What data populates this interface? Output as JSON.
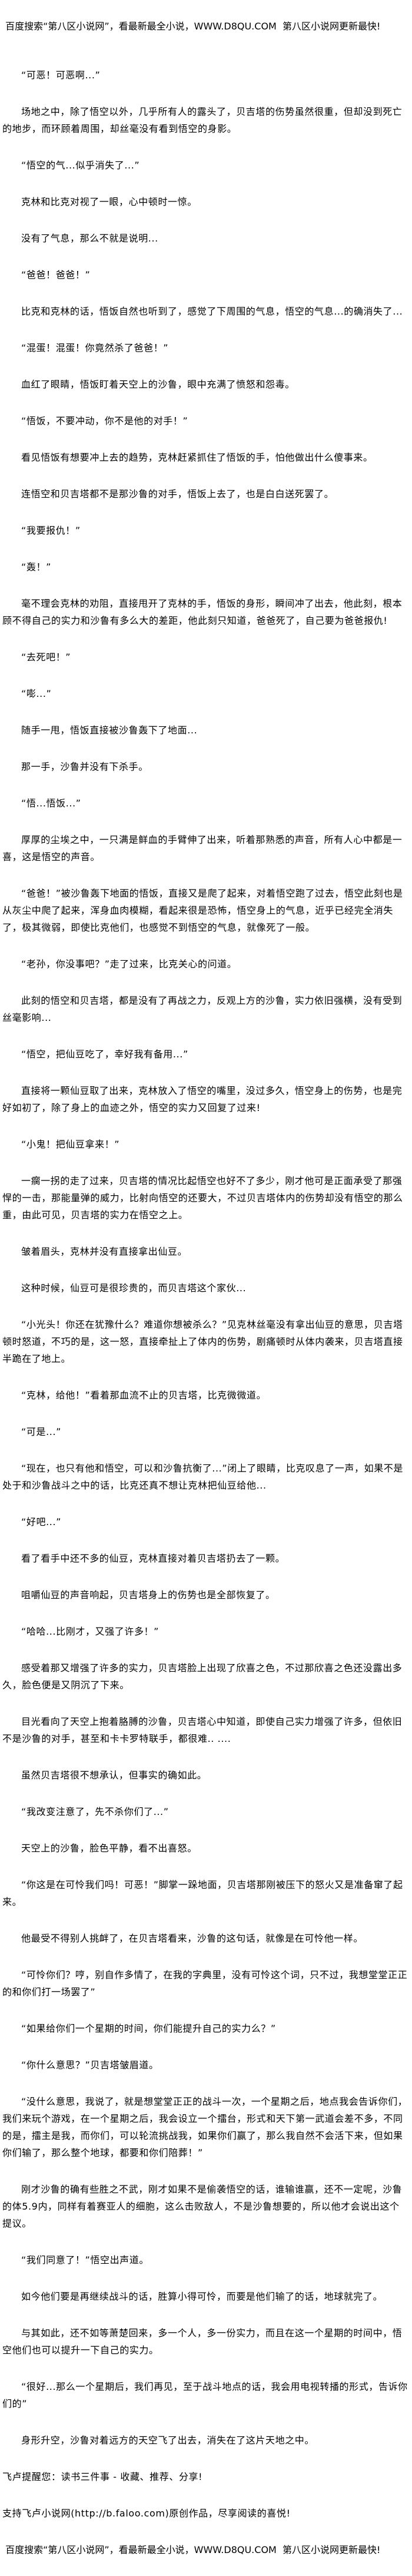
{
  "header_banner": " 百度搜索“第八区小说网”，看最新最全小说，WWW.D8QU.COM  第八区小说网更新最快!",
  "paragraphs": [
    "“可恶！可恶啊...”",
    "场地之中，除了悟空以外，几乎所有人的露头了，贝吉塔的伤势虽然很重，但却没到死亡的地步，而环顾着周围，却丝毫没有看到悟空的身影。",
    "“悟空的气...似乎消失了...”",
    "克林和比克对视了一眼，心中顿时一惊。",
    "没有了气息，那么不就是说明...",
    "“爸爸！爸爸！”",
    "比克和克林的话，悟饭自然也听到了，感觉了下周围的气息，悟空的气息...的确消失了...",
    "“混蛋！混蛋！你竟然杀了爸爸！”",
    "血红了眼睛，悟饭盯着天空上的沙鲁，眼中充满了愤怒和怨毒。",
    "“悟饭，不要冲动，你不是他的对手！”",
    "看见悟饭有想要冲上去的趋势，克林赶紧抓住了悟饭的手，怕他做出什么傻事来。",
    "连悟空和贝吉塔都不是那沙鲁的对手，悟饭上去了，也是白白送死罢了。",
    "“我要报仇！”",
    "“轰！”",
    "毫不理会克林的劝阻，直接甩开了克林的手，悟饭的身形，瞬间冲了出去，他此刻，根本顾不得自己的实力和沙鲁有多么大的差距，他此刻只知道，爸爸死了，自己要为爸爸报仇!",
    "“去死吧！”",
    "“嘭...”",
    "随手一甩，悟饭直接被沙鲁轰下了地面...",
    "那一手，沙鲁并没有下杀手。",
    "“悟...悟饭...”",
    "厚厚的尘埃之中，一只满是鲜血的手臂伸了出来，听着那熟悉的声音，所有人心中都是一喜，这是悟空的声音。",
    "“爸爸！”被沙鲁轰下地面的悟饭，直接又是爬了起来，对着悟空跑了过去，悟空此刻也是从灰尘中爬了起来，浑身血肉模糊，看起来很是恐怖，悟空身上的气息，近乎已经完全消失了，极其微弱，即使比克他们，也感觉不到悟空的气息，就像死了一般。",
    "“老孙，你没事吧？”走了过来，比克关心的问道。",
    "此刻的悟空和贝吉塔，都是没有了再战之力，反观上方的沙鲁，实力依旧强横，没有受到丝毫影响...",
    "“悟空，把仙豆吃了，幸好我有备用...”",
    "直接将一颗仙豆取了出来，克林放入了悟空的嘴里，没过多久，悟空身上的伤势，也是完好如初了，除了身上的血迹之外，悟空的实力又回复了过来!",
    "“小鬼！把仙豆拿来！”",
    "一瘸一拐的走了过来，贝吉塔的情况比起悟空也好不了多少，刚才他可是正面承受了那强悍的一击，那能量弹的威力，比射向悟空的还要大，不过贝吉塔体内的伤势却没有悟空的那么重，由此可见，贝吉塔的实力在悟空之上。",
    "皱着眉头，克林并没有直接拿出仙豆。",
    "这种时候，仙豆可是很珍贵的，而贝吉塔这个家伙...",
    "“小光头！你还在犹豫什么？难道你想被杀么？”见克林丝毫没有拿出仙豆的意思，贝吉塔顿时怒道，不巧的是，这一怒，直接牵扯上了体内的伤势，剧痛顿时从体内袭来，贝吉塔直接半跪在了地上。",
    "“克林，给他！”看着那血流不止的贝吉塔，比克微微道。",
    "“可是...”",
    "“现在，也只有他和悟空，可以和沙鲁抗衡了...”闭上了眼睛，比克叹息了一声，如果不是处于和沙鲁战斗之中的话，比克还真不想让克林把仙豆给他...",
    "“好吧...”",
    "看了看手中还不多的仙豆，克林直接对着贝吉塔扔去了一颗。",
    "咀嚼仙豆的声音响起，贝吉塔身上的伤势也是全部恢复了。",
    "“哈哈...比刚才，又强了许多！”",
    "感受着那又增强了许多的实力，贝吉塔脸上出现了欣喜之色，不过那欣喜之色还没露出多久，脸色便是又阴沉了下来。",
    "目光看向了天空上抱着胳膊的沙鲁，贝吉塔心中知道，即使自己实力增强了许多，但依旧不是沙鲁的对手，甚至和卡卡罗特联手，都很难.. ....",
    "虽然贝吉塔很不想承认，但事实的确如此。",
    "“我改变注意了，先不杀你们了...”",
    "天空上的沙鲁，脸色平静，看不出喜怒。",
    "“你这是在可怜我们吗！可恶！”脚掌一跺地面，贝吉塔那刚被压下的怒火又是准备窜了起来。",
    "他最受不得别人挑衅了，在贝吉塔看来，沙鲁的这句话，就像是在可怜他一样。",
    "“可怜你们？哼，别自作多情了，在我的字典里，没有可怜这个词，只不过，我想堂堂正正的和你们打一场罢了”",
    "“如果给你们一个星期的时间，你们能提升自己的实力么？”",
    "“你什么意思？”贝吉塔皱眉道。",
    "“没什么意思，我说了，就是想堂堂正正的战斗一次，一个星期之后，地点我会告诉你们，我们来玩个游戏，在一个星期之后，我会设立一个擂台，形式和天下第一武道会差不多，不同的是，擂主是我，而你们，可以轮流挑战我，如果你们赢了，那么我自然不会活下来，但如果你们输了，那么整个地球，都要和你们陪葬！”",
    "刚才沙鲁的确有些胜之不武，刚才如果不是偷袭悟空的话，谁输谁赢，还不一定呢，沙鲁的体5.9内，同样有着赛亚人的细胞，这么击败敌人，不是沙鲁想要的，所以他才会说出这个提议。",
    "“我们同意了！”悟空出声道。",
    "如今他们要是再继续战斗的话，胜算小得可怜，而要是他们输了的话，地球就完了。",
    "与其如此，还不如等萧楚回来，多一个人，多一份实力，而且在这一个星期的时间中，悟空他们也可以提升一下自己的实力。",
    "“很好...那么一个星期后，我们再见，至于战斗地点的话，我会用电视转播的形式，告诉你们的”",
    "身形升空，沙鲁对着远方的天空飞了出去，消失在了这片天地之中。"
  ],
  "footer_notes": [
    "飞卢提醒您：读书三件事 - 收藏、推荐、分享!",
    "支持飞卢小说网(http://b.faloo.com)原创作品，尽享阅读的喜悦!"
  ],
  "footer_banner": " 百度搜索“第八区小说网”，看最新最全小说，WWW.D8QU.COM  第八区小说网更新最快!"
}
